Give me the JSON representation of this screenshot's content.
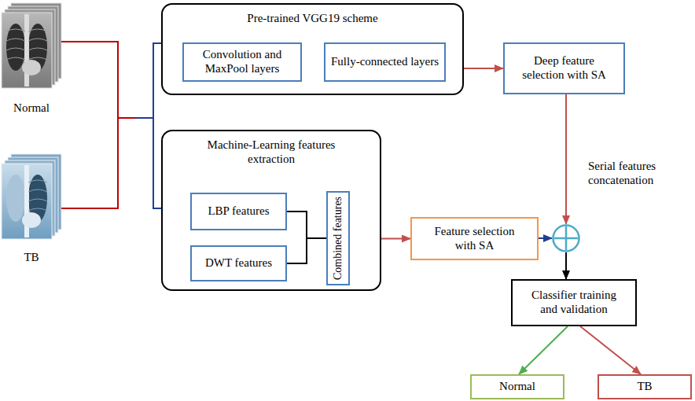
{
  "diagram": {
    "nodes": [
      {
        "text": [
          "Normal"
        ]
      },
      {
        "text": [
          "TB"
        ]
      },
      {
        "text": [
          "Pre-trained VGG19 scheme"
        ]
      },
      {
        "text": [
          "Convolution and MaxPool layers"
        ],
        "in": 2
      },
      {
        "text": [
          "Fully-connected layers"
        ],
        "in": 2
      },
      {
        "text": [
          "Deep feature selection with SA"
        ]
      },
      {
        "text": [
          "Machine-Learning features extraction"
        ]
      },
      {
        "text": [
          "LBP features"
        ],
        "in": 6
      },
      {
        "text": [
          "DWT features"
        ],
        "in": 6
      },
      {
        "text": [
          "Combined features"
        ],
        "in": 6
      },
      {
        "text": [
          "Feature selection with SA"
        ]
      },
      {
        "text": [
          "Serial features concatenation"
        ]
      },
      {
        "text": [
          "Classifier training and validation"
        ]
      },
      {
        "text": [
          "Normal"
        ]
      },
      {
        "text": [
          "TB"
        ]
      }
    ],
    "edges": [
      {
        "from": 0,
        "to": 2,
        "arrow": "none"
      },
      {
        "from": 0,
        "to": 6,
        "arrow": "none"
      },
      {
        "from": 1,
        "to": 2,
        "arrow": "none"
      },
      {
        "from": 1,
        "to": 6,
        "arrow": "none"
      },
      {
        "from": 2,
        "to": 5,
        "arrow": "to"
      },
      {
        "from": 5,
        "to": 11,
        "arrow": "to"
      },
      {
        "from": 6,
        "to": 10,
        "arrow": "to"
      },
      {
        "from": 10,
        "to": 11,
        "arrow": "to"
      },
      {
        "from": 11,
        "to": 12,
        "arrow": "to"
      },
      {
        "from": 12,
        "to": 13,
        "arrow": "to"
      },
      {
        "from": 12,
        "to": 14,
        "arrow": "to"
      },
      {
        "from": 7,
        "to": 9,
        "arrow": "none"
      },
      {
        "from": 8,
        "to": 9,
        "arrow": "none"
      }
    ]
  }
}
